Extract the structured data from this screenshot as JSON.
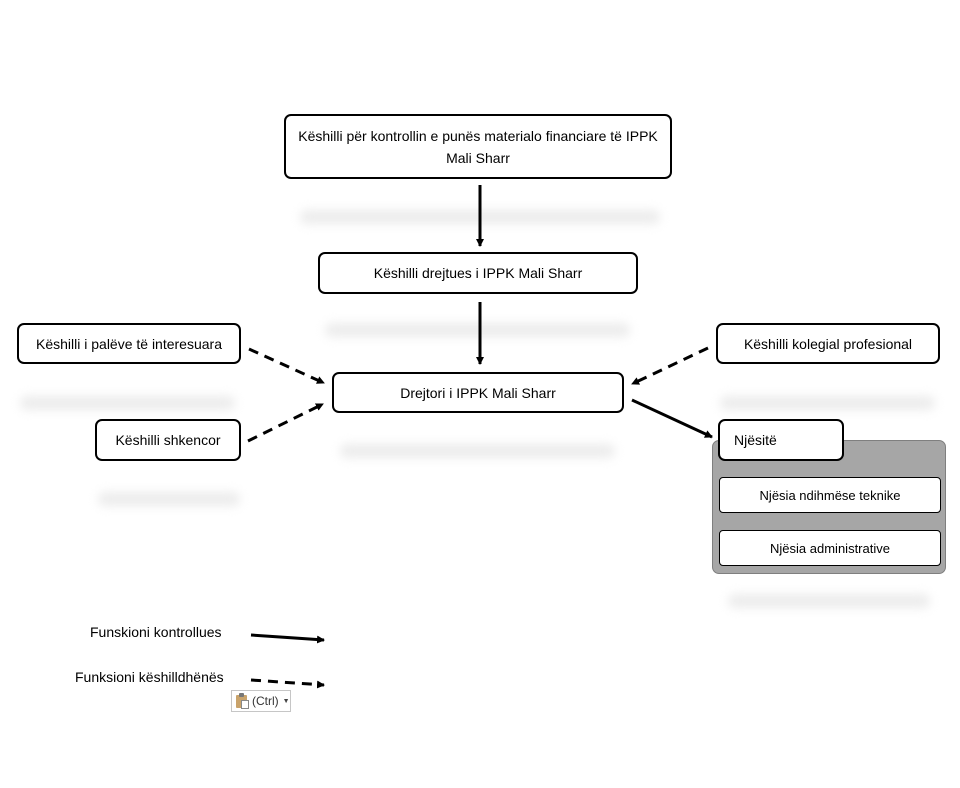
{
  "nodes": {
    "top_council": "Këshilli për kontrollin e punës materialo financiare të IPPK Mali Sharr",
    "steering_council": "Këshilli drejtues i IPPK Mali Sharr",
    "director": "Drejtori i IPPK Mali Sharr",
    "stakeholders_council": "Këshilli i palëve të interesuara",
    "scientific_council": "Këshilli shkencor",
    "collegial_council": "Këshilli kolegial profesional",
    "units": "Njësitë",
    "technical_support_unit": "Njësia ndihmëse teknike",
    "administrative_unit": "Njësia administrative"
  },
  "legend": {
    "control_function": "Funskioni  kontrollues",
    "advisory_function": "Funksioni  këshilldhënës"
  },
  "paste_options": {
    "label": "(Ctrl)",
    "icon": "clipboard-icon"
  },
  "colors": {
    "units_group_fill": "#a6a6a6",
    "arrow": "#000000"
  }
}
